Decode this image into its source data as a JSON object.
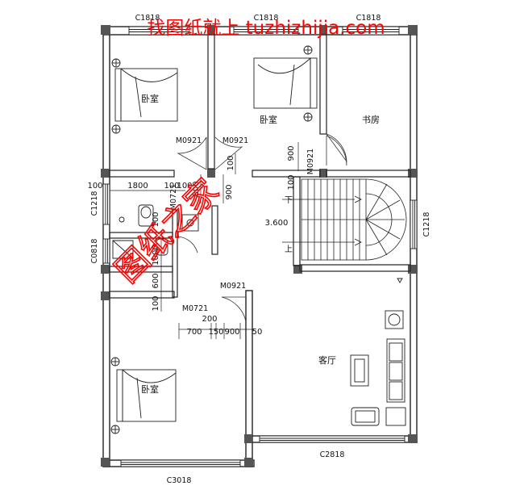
{
  "watermark": {
    "top_text": "找图纸就上 tuzhizhijia.com",
    "diagonal_text": "图纸之家",
    "color": "#ff0000"
  },
  "rooms": {
    "bedroom_nw": "卧室",
    "bedroom_n": "卧室",
    "study": "书房",
    "bedroom_sw": "卧室",
    "living": "客厅"
  },
  "codes": {
    "win_top_left": "C1818",
    "win_top_mid": "C1818",
    "win_top_right": "C1818",
    "door_m1": "M0921",
    "door_m2": "M0921",
    "door_m3": "M0921",
    "door_m4": "M0921",
    "door_m0721_a": "M0721",
    "door_m0721_b": "M0721",
    "win_left_1": "C1218",
    "win_left_2": "C0818",
    "win_right": "C1218",
    "win_bottom_right": "C2818",
    "win_bottom_left": "C3018"
  },
  "dims": {
    "d100_a": "100",
    "d1800": "1800",
    "d100_b": "100",
    "d100_c": "100",
    "d800": "800",
    "d900_v1": "900",
    "d100_v1": "100",
    "d900_v2": "900",
    "d100_v2": "100",
    "d1000": "1000",
    "d100_v3": "100",
    "d600": "600",
    "d100_v4": "100",
    "d200": "200",
    "d700": "700",
    "d150": "150",
    "d900_h": "900",
    "d50": "50",
    "level": "3.600"
  },
  "stairs": {
    "down": "下",
    "up": "上"
  },
  "colors": {
    "line": "#222222",
    "watermark": "#ff0000"
  }
}
